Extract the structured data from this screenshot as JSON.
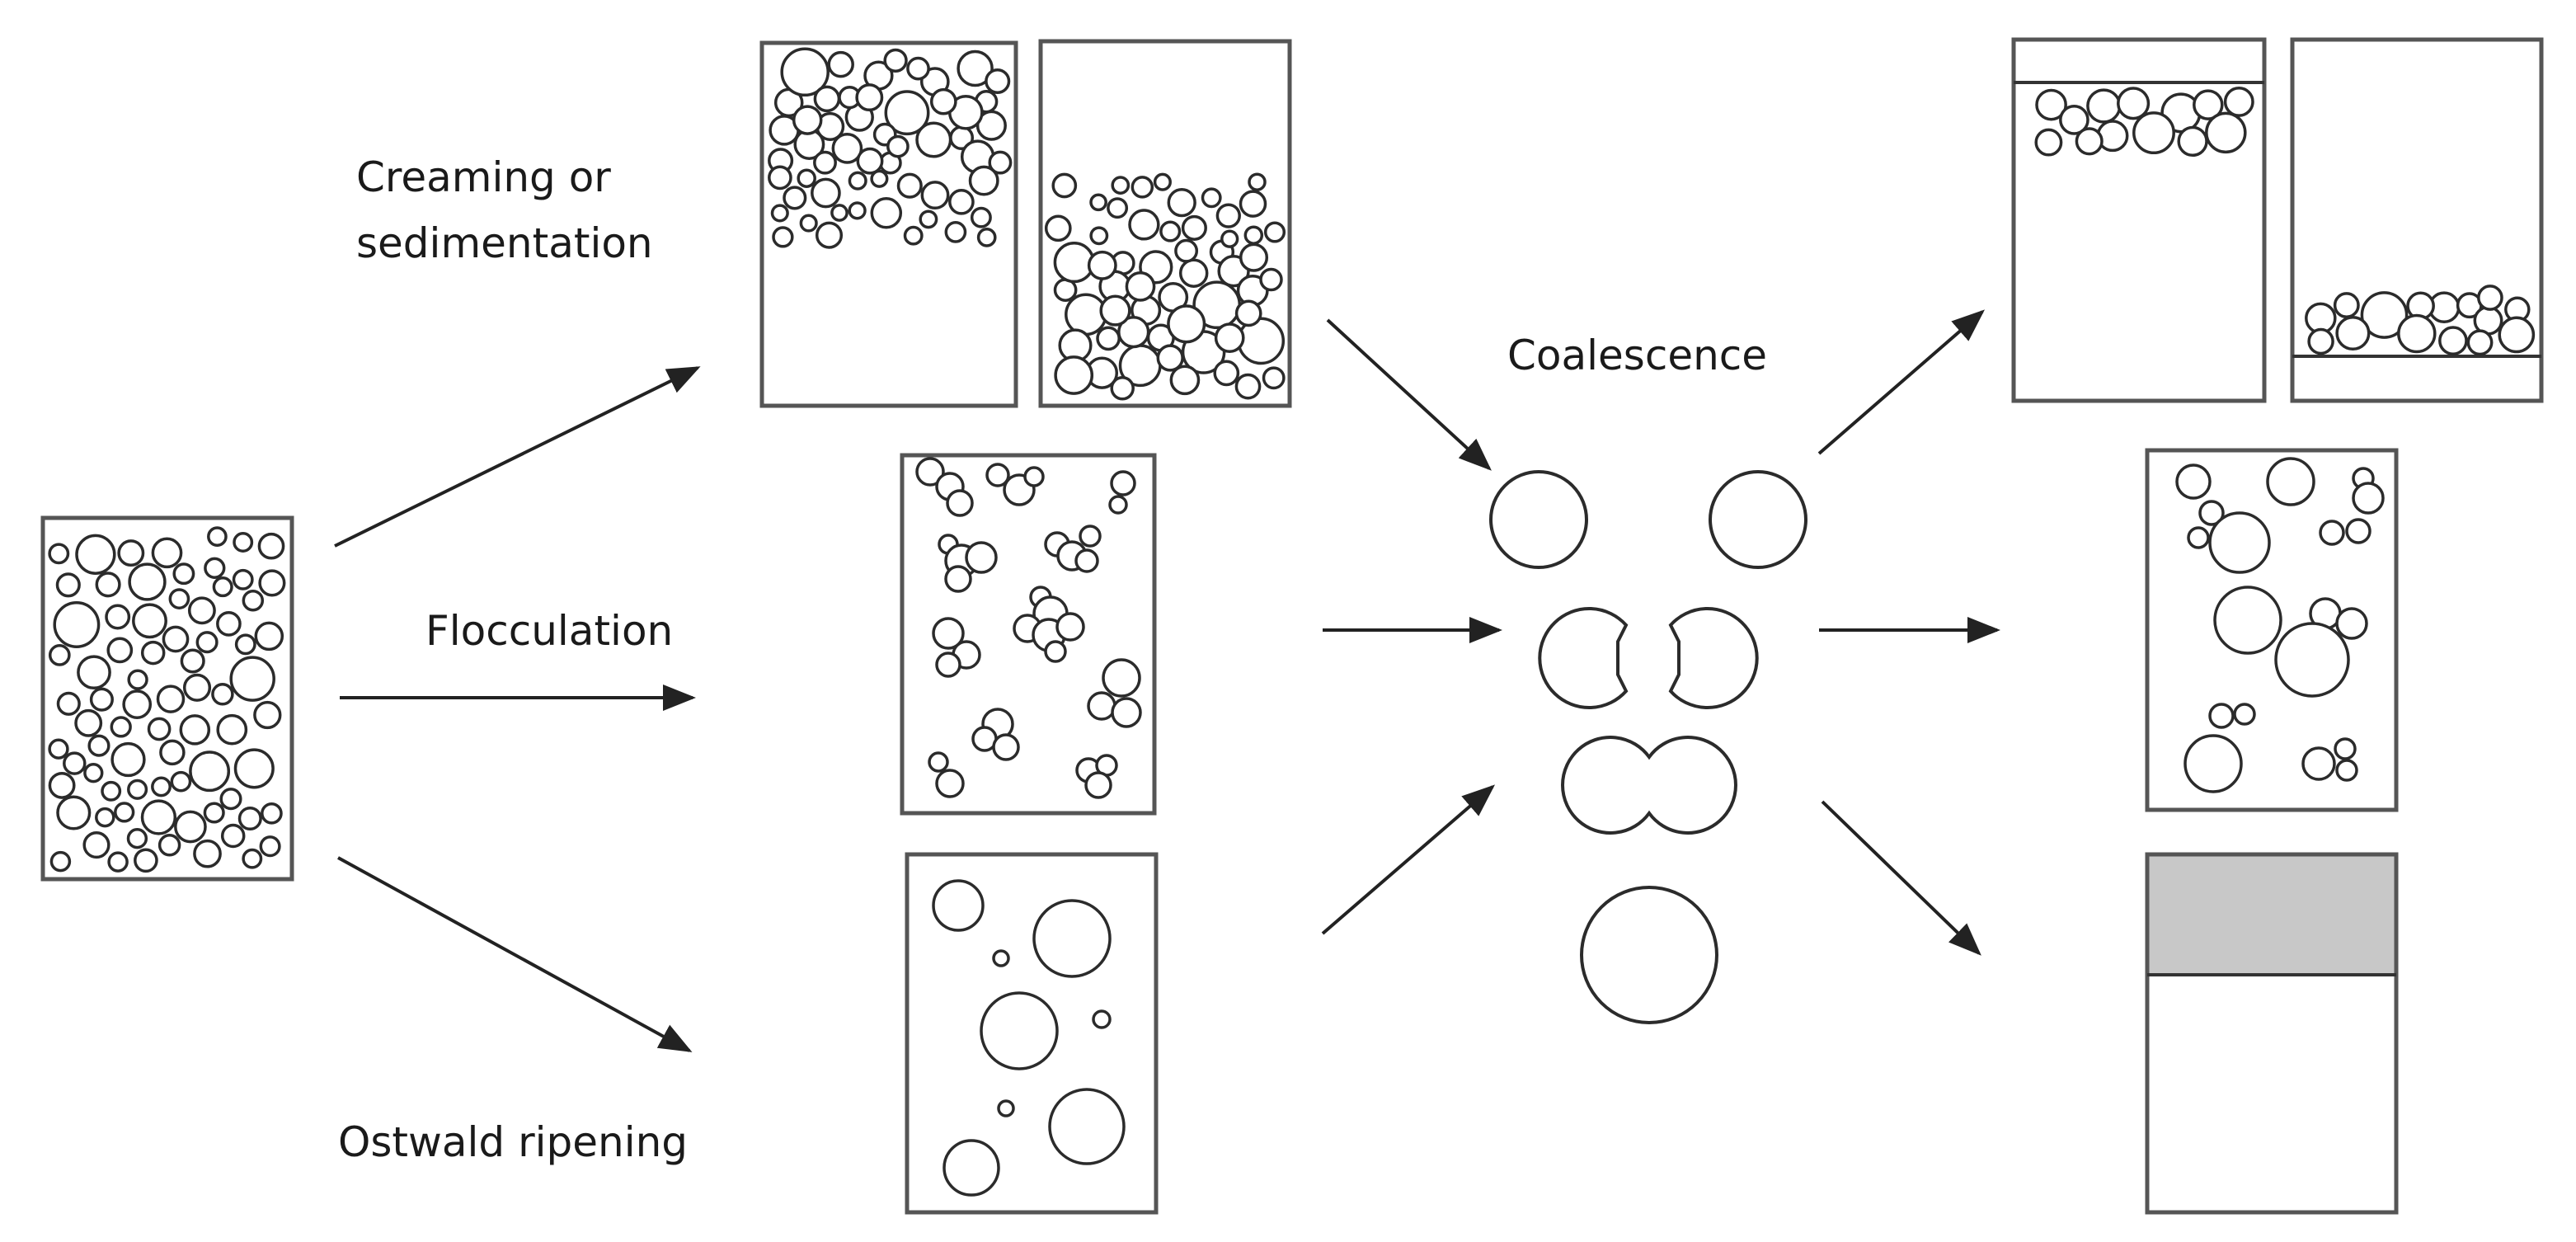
{
  "labels": {
    "creaming": [
      "Creaming or",
      "sedimentation"
    ],
    "flocculation": "Flocculation",
    "ostwald": "Ostwald ripening",
    "coalescence": "Coalescence"
  },
  "colors": {
    "oil_layer": "#c8c8c8",
    "box_stroke": "#555555"
  }
}
